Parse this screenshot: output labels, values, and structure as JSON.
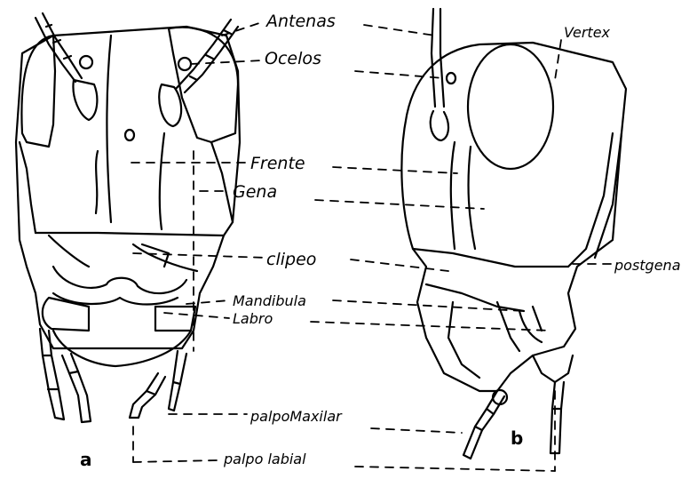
{
  "labels": {
    "antenas": "Antenas",
    "ocelos": "Ocelos",
    "vertex": "Vertex",
    "frente": "Frente",
    "gena": "Gena",
    "clipeo": "clipeo",
    "postgena": "postgena",
    "mandibula": "Mandibula",
    "labro": "Labro",
    "palpo_maxilar": "palpoMaxilar",
    "palpo_labial": "palpo labial"
  },
  "panels": {
    "front_view": "a",
    "side_view": "b"
  }
}
